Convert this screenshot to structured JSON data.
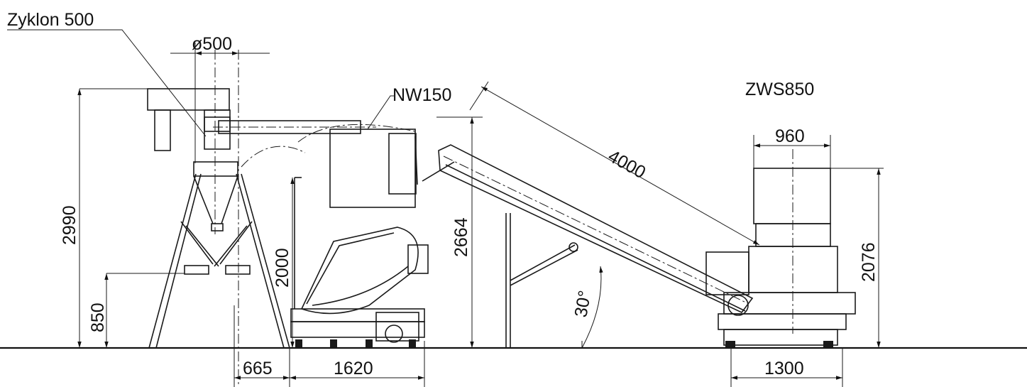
{
  "labels": {
    "cyclone": "Zyklon 500",
    "cyclone_diameter": "ø500",
    "pipe": "NW150",
    "granulator": "ZWS850"
  },
  "dimensions": {
    "overall_height": "2990",
    "inlet_height": "850",
    "granulator_height": "2000",
    "conveyor_height": "2664",
    "conveyor_length": "4000",
    "conveyor_angle": "30°",
    "shredder_height": "2076",
    "shredder_hopper_width": "960",
    "offset_width": "665",
    "granulator_width": "1620",
    "shredder_width": "1300"
  }
}
